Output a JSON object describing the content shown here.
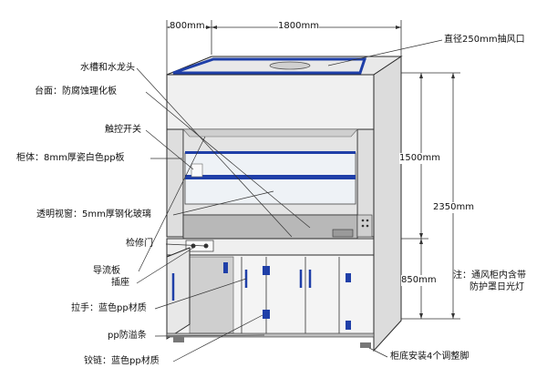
{
  "dimensions": {
    "side_depth": "800mm",
    "width": "1800mm",
    "upper_height": "1500mm",
    "total_height": "2350mm",
    "base_height": "850mm"
  },
  "labels": {
    "left": [
      "水槽和水龙头",
      "台面：防腐蚀理化板",
      "触控开关",
      "柜体：8mm厚瓷白色pp板",
      "透明视窗：5mm厚钢化玻璃",
      "检修门",
      "导流板",
      "插座",
      "拉手：蓝色pp材质",
      "pp防溢条",
      "铰链：蓝色pp材质"
    ],
    "right_top": "直径250mm抽风口",
    "right_bottom": "柜底安装4个调整脚"
  },
  "note": {
    "line1": "注：通风柜内含带",
    "line2": "防护罩日光灯"
  },
  "colors": {
    "accent_blue": "#1f3fa8",
    "frame": "#dcdcdc",
    "cabinet_front": "#f2f2f2",
    "worktop": "#b5b5b5",
    "outline": "#2a2a2a"
  }
}
